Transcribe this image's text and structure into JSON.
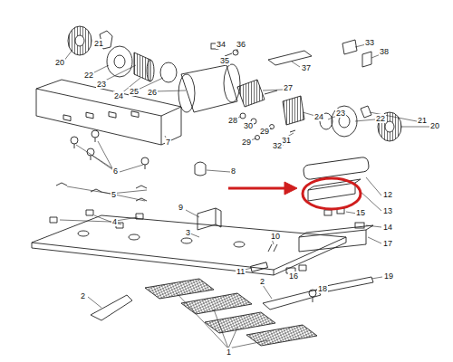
{
  "diagram": {
    "labels": [
      "20",
      "21",
      "22",
      "23",
      "24",
      "25",
      "26",
      "34",
      "35",
      "36",
      "37",
      "27",
      "33",
      "38",
      "24",
      "23",
      "22",
      "21",
      "20",
      "28",
      "30",
      "29",
      "31",
      "29",
      "32",
      "7",
      "6",
      "8",
      "5",
      "12",
      "13",
      "4",
      "9",
      "15",
      "14",
      "17",
      "10",
      "3",
      "11",
      "16",
      "18",
      "19",
      "2",
      "2",
      "1"
    ]
  }
}
